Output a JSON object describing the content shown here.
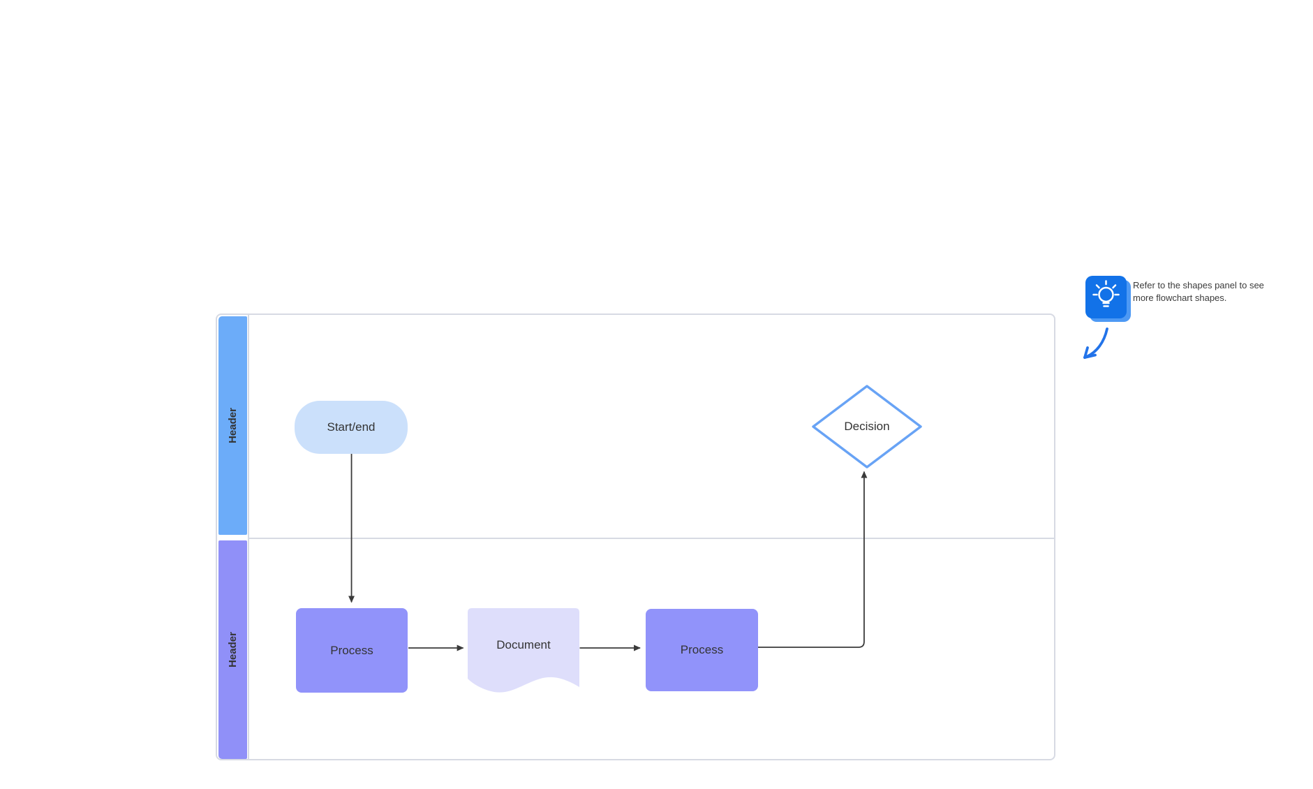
{
  "tip": {
    "icon": "lightbulb-icon",
    "icon_front_color": "#1272E8",
    "icon_back_color": "#4D99F4",
    "arrow_color": "#2273E9",
    "text_color": "#3B3B3B",
    "line1": "Refer to the shapes panel to see",
    "line2": "more flowchart shapes."
  },
  "diagram": {
    "type": "flowchart-swimlane",
    "pool": {
      "border_color": "#D7DAE3",
      "lanes": [
        {
          "label": "Header",
          "header_color": "#6CACF9"
        },
        {
          "label": "Header",
          "header_color": "#9090F8"
        }
      ]
    },
    "shapes": {
      "start_end": {
        "label": "Start/end",
        "type": "terminator",
        "fill": "#CBE0FB",
        "lane": 1
      },
      "decision": {
        "label": "Decision",
        "type": "decision",
        "fill": "#FFFFFF",
        "stroke": "#68A3F5",
        "lane": 1
      },
      "process_1": {
        "label": "Process",
        "type": "process",
        "fill": "#9193FA",
        "lane": 2
      },
      "document": {
        "label": "Document",
        "type": "document",
        "fill": "#DEDEFB",
        "lane": 2
      },
      "process_2": {
        "label": "Process",
        "type": "process",
        "fill": "#9193FA",
        "lane": 2
      }
    },
    "connectors": [
      {
        "from": "start_end",
        "to": "process_1"
      },
      {
        "from": "process_1",
        "to": "document"
      },
      {
        "from": "document",
        "to": "process_2"
      },
      {
        "from": "process_2",
        "to": "decision"
      }
    ],
    "connector_color": "#3A3A3A"
  }
}
